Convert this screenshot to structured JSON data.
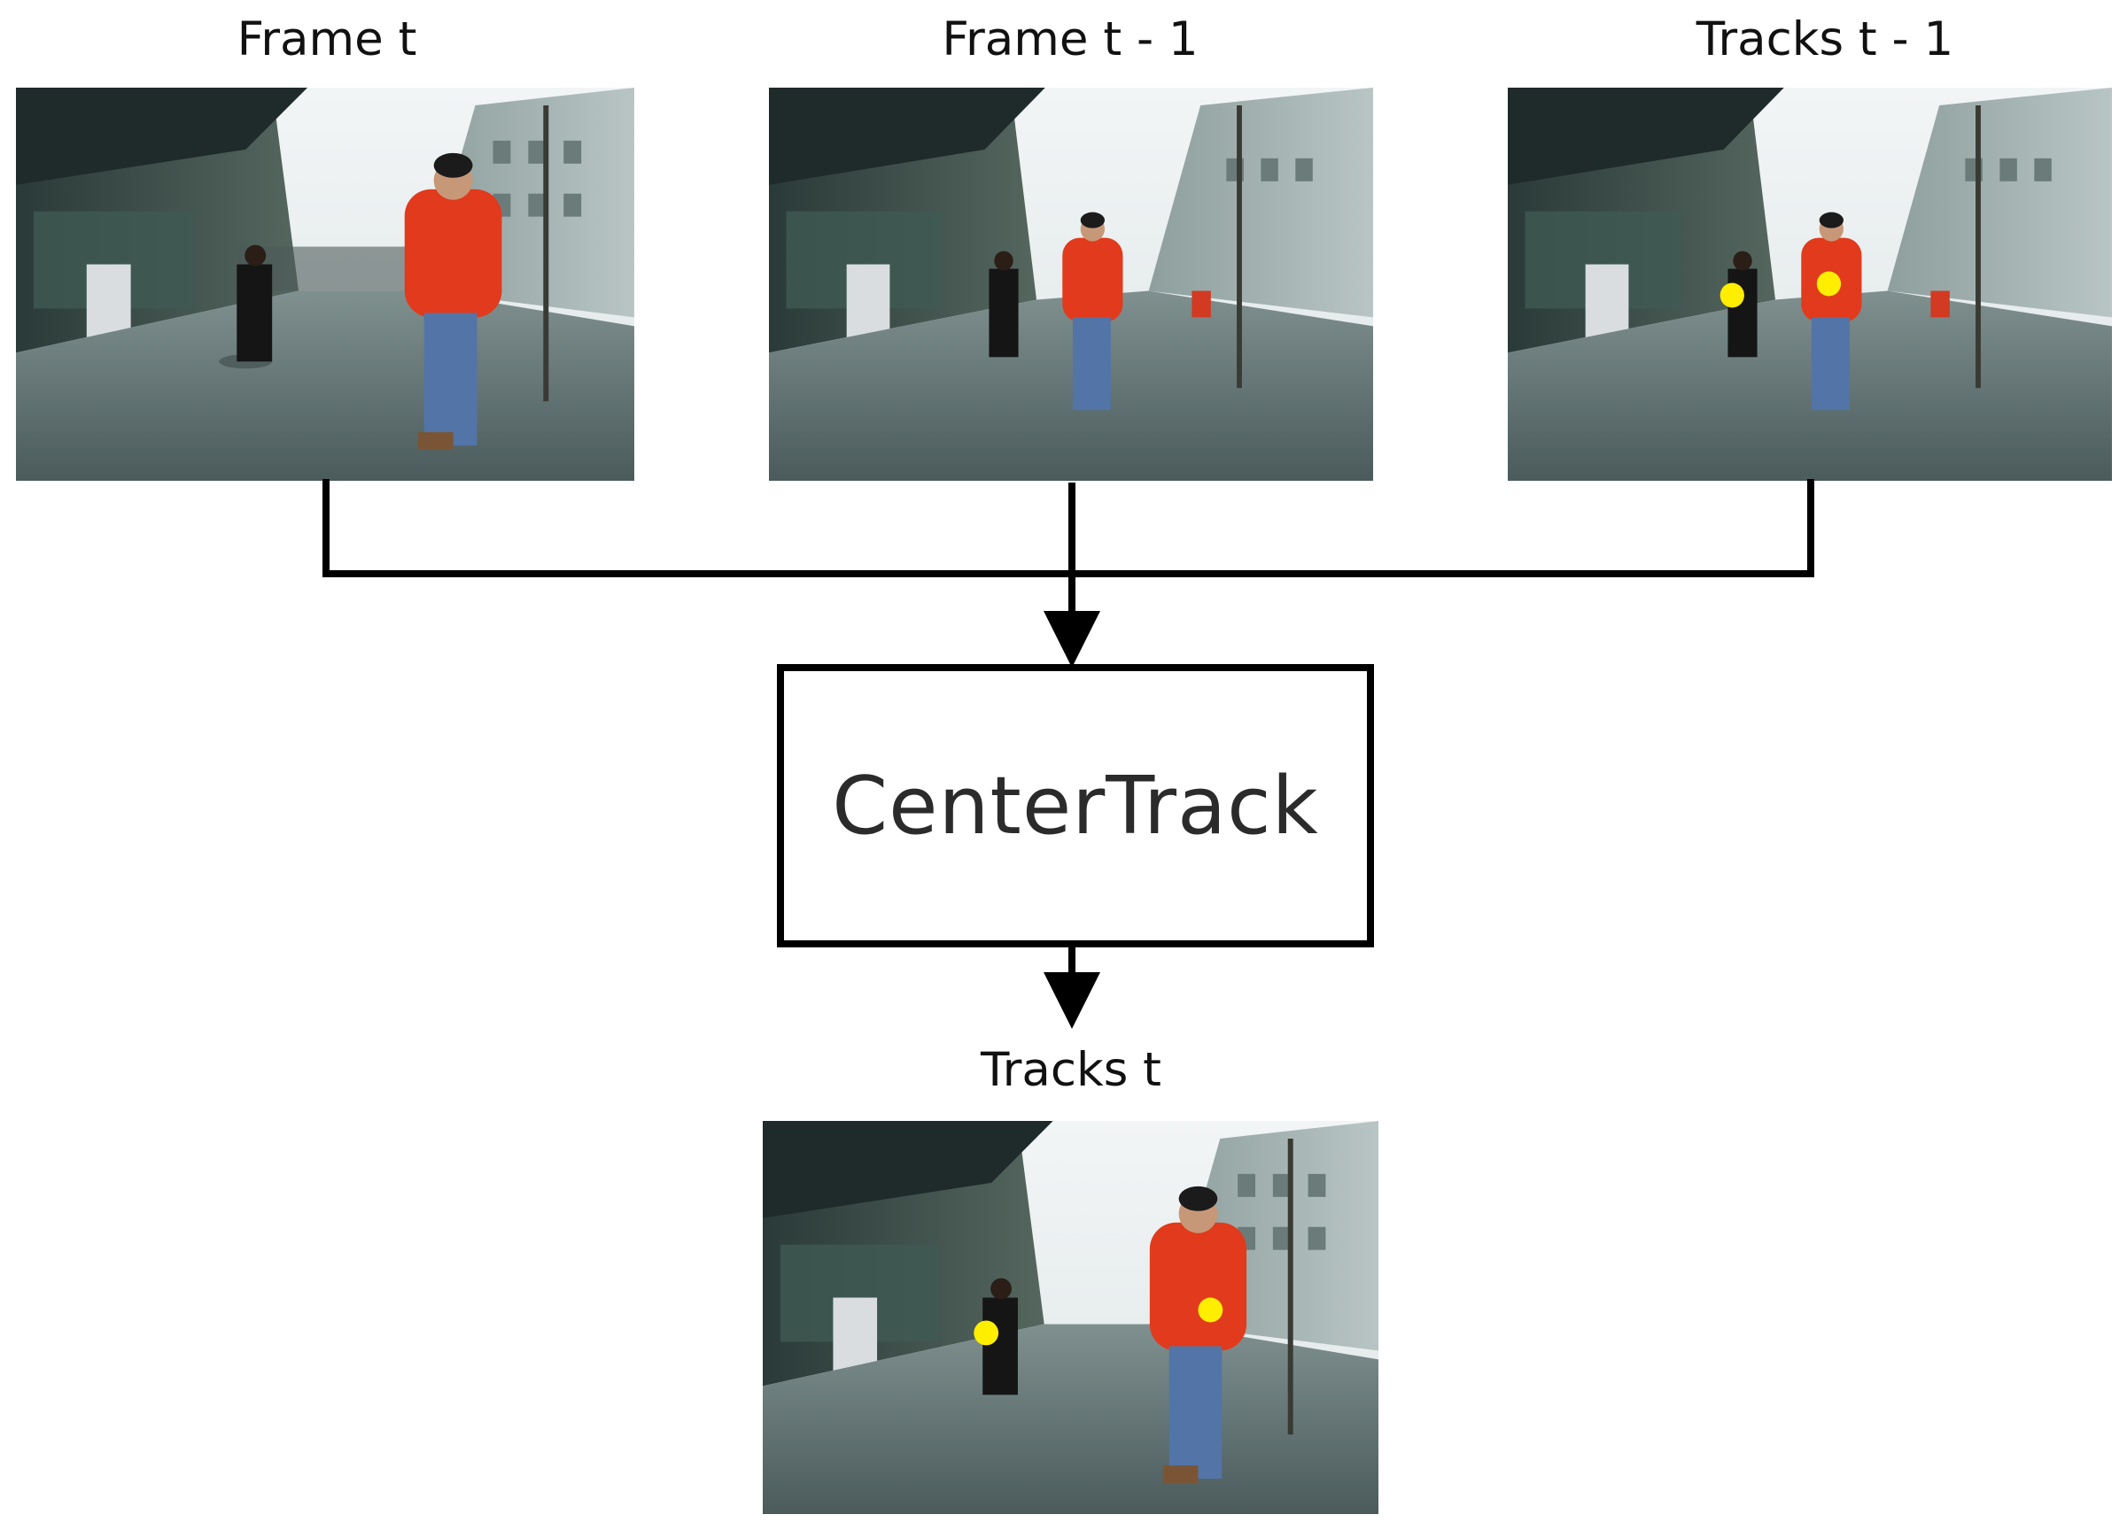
{
  "labels": {
    "frame_t": "Frame t",
    "frame_t_minus_1": "Frame t - 1",
    "tracks_t_minus_1": "Tracks t - 1",
    "tracks_t": "Tracks t"
  },
  "model": {
    "name": "CenterTrack"
  },
  "colors": {
    "track_marker": "#ffee00",
    "jacket": "#e23a1c",
    "line": "#000000"
  }
}
